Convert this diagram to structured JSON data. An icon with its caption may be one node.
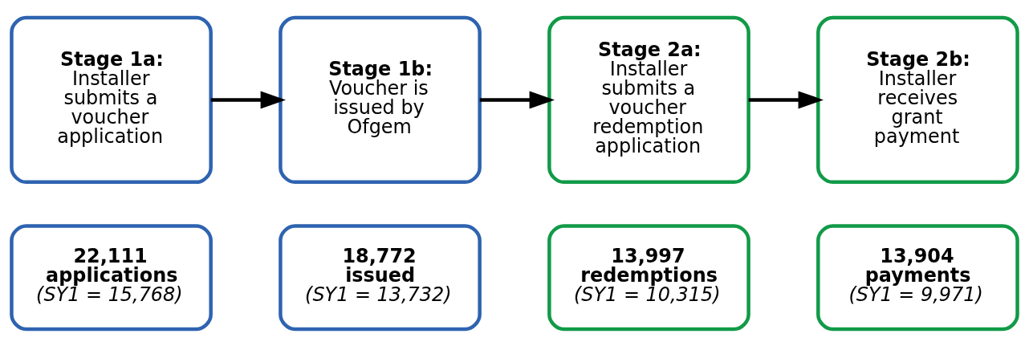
{
  "diagram": {
    "nodes": [
      {
        "text": [
          "Stage 1a:",
          "Installer submits a voucher application"
        ]
      },
      {
        "text": [
          "Stage 1b:",
          "Voucher is issued by Ofgem"
        ]
      },
      {
        "text": [
          "Stage 2a:",
          "Installer submits a voucher redemption application"
        ]
      },
      {
        "text": [
          "Stage 2b:",
          "Installer receives grant payment"
        ]
      },
      {
        "text": [
          "22,111 applications",
          "(SY1 = 15,768)"
        ]
      },
      {
        "text": [
          "18,772 issued",
          "(SY1 = 13,732)"
        ]
      },
      {
        "text": [
          "13,997 redemptions",
          "(SY1 = 10,315)"
        ]
      },
      {
        "text": [
          "13,904 payments",
          "(SY1 = 9,971)"
        ]
      }
    ],
    "edges": [
      {
        "from": 0,
        "to": 1,
        "arrow": "to"
      },
      {
        "from": 1,
        "to": 2,
        "arrow": "to"
      },
      {
        "from": 2,
        "to": 3,
        "arrow": "to"
      }
    ]
  }
}
